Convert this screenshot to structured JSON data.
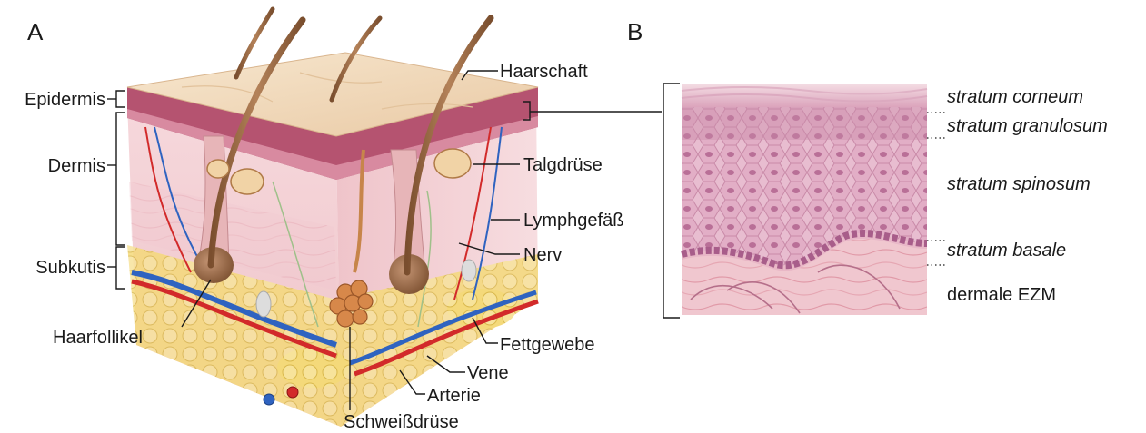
{
  "panel_a": {
    "letter": "A",
    "labels": {
      "epidermis": "Epidermis",
      "dermis": "Dermis",
      "subkutis": "Subkutis",
      "haarschaft": "Haarschaft",
      "talgdruese": "Talgdrüse",
      "lymphgefaess": "Lymphgefäß",
      "nerv": "Nerv",
      "haarfollikel": "Haarfollikel",
      "fettgewebe": "Fettgewebe",
      "vene": "Vene",
      "arterie": "Arterie",
      "schweissdruese": "Schweißdrüse"
    }
  },
  "panel_b": {
    "letter": "B",
    "layers": {
      "corneum": "stratum corneum",
      "granulosum": "stratum granulosum",
      "spinosum": "stratum spinosum",
      "basale": "stratum basale",
      "ezm": "dermale EZM"
    }
  },
  "colors": {
    "skin_surface": "#f2dcc0",
    "epidermis": "#b0506a",
    "dermis": "#f3cdd3",
    "fat": "#f5dc7a",
    "artery": "#d22a2a",
    "vein": "#2f63c0",
    "hair": "#9a6a45",
    "cells": "#e6b6cc"
  }
}
